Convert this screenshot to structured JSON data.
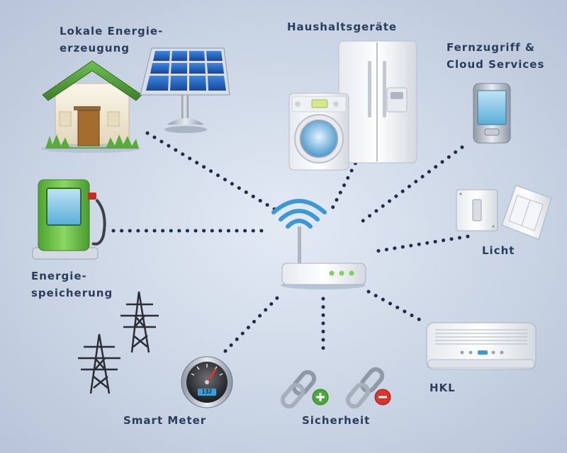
{
  "labels": {
    "local_generation_1": "Lokale Energie-",
    "local_generation_2": "erzeugung",
    "appliances": "Haushaltsgeräte",
    "remote_1": "Fernzugriff &",
    "remote_2": "Cloud Services",
    "storage_1": "Energie-",
    "storage_2": "speicherung",
    "light": "Licht",
    "hvac": "HKL",
    "smart_meter": "Smart Meter",
    "security": "Sicherheit"
  },
  "meter_display": "132",
  "colors": {
    "text": "#2b3d5c",
    "dots": "#1e2d4b",
    "wifi": "#3a98d8",
    "storage_green": "#6cc04a",
    "house_roof": "#4f9a3a",
    "panel_blue": "#1f5fb6",
    "plus_green": "#4aa63a",
    "minus_red": "#d9342b"
  },
  "icons": [
    "house-icon",
    "solar-panel-icon",
    "washing-machine-icon",
    "fridge-icon",
    "smartphone-icon",
    "light-switch-icon",
    "charging-station-icon",
    "router-icon",
    "wifi-icon",
    "power-pylon-icon",
    "smart-meter-icon",
    "chain-link-icon",
    "air-conditioner-icon"
  ]
}
